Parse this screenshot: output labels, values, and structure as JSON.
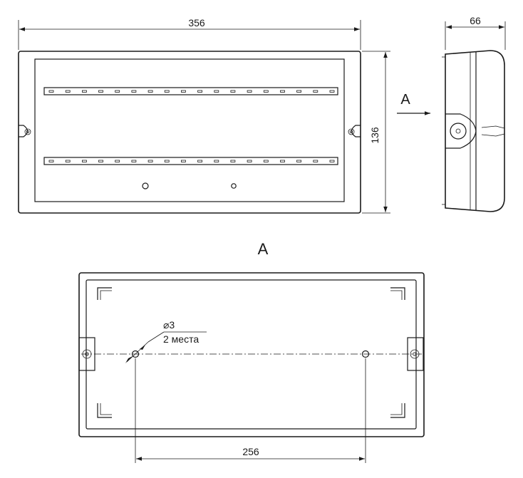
{
  "front_view": {
    "width_dimension": "356",
    "height_dimension": "136",
    "led_strip_count": 2,
    "leds_per_strip": 18
  },
  "side_view": {
    "depth_dimension": "66",
    "view_arrow_label": "A"
  },
  "rear_view": {
    "title": "A",
    "hole_diameter": "⌀3",
    "hole_count_note": "2 места",
    "hole_spacing_dimension": "256"
  }
}
